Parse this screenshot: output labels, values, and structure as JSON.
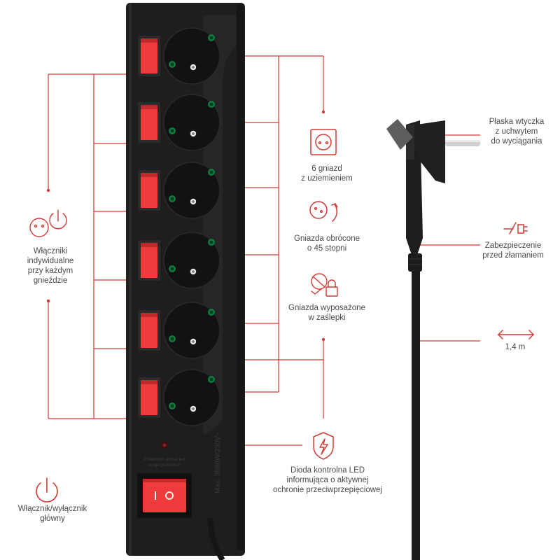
{
  "strip": {
    "led_caption": [
      "Protection active led",
      "surge protection"
    ],
    "rating": "Max. 3680W/230V~"
  },
  "features": {
    "main_switch": [
      "Włącznik/wyłącznik",
      "główny"
    ],
    "individual_switches": [
      "Włączniki",
      "indywidualne",
      "przy każdym",
      "gnieździe"
    ],
    "six_sockets": [
      "6 gniazd",
      "z uziemieniem"
    ],
    "rotated": [
      "Gniazda obrócone",
      "o 45 stopni"
    ],
    "shutters": [
      "Gniazda wyposażone",
      "w zaślepki"
    ],
    "led": [
      "Dioda kontrolna LED",
      "informująca o aktywnej",
      "ochronie przeciwprzepięciowej"
    ],
    "flat_plug": [
      "Płaska wtyczka",
      "z uchwytem",
      "do wyciągania"
    ],
    "break_protection": [
      "Zabezpieczenie",
      "przed złamaniem"
    ],
    "cable_length": [
      "1,4 m"
    ]
  },
  "colors": {
    "accent": "#d23a35",
    "strip_body": "#1e1e1e",
    "switch_red": "#ef3b3b"
  },
  "icons": {
    "main_switch": "power-icon",
    "individual_switches": "socket-power-icon",
    "six_sockets": "grounded-socket-icon",
    "rotated": "rotate-socket-icon",
    "shutters": "child-lock-icon",
    "led": "shield-lightning-icon",
    "break_protection": "broken-plug-icon",
    "cable_length": "double-arrow-icon"
  }
}
